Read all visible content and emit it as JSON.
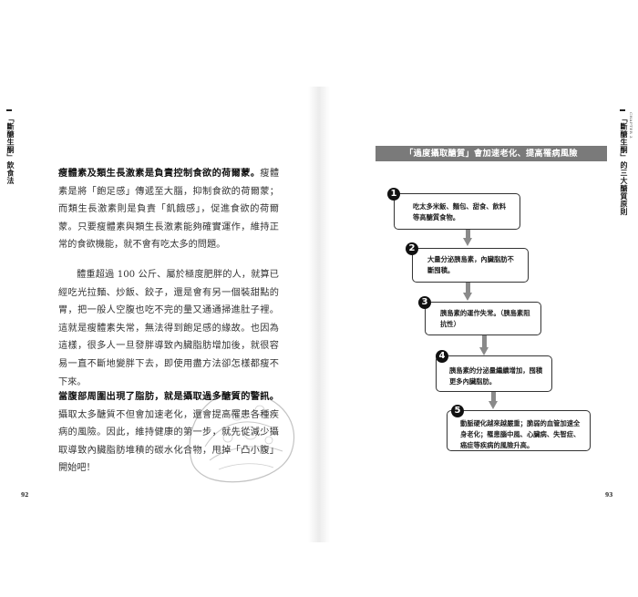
{
  "left_page": {
    "running_head": "「斷醣生酮」飲食法",
    "paragraphs": [
      {
        "bold": "瘦體素及類生長激素是負責控制食欲的荷爾蒙。",
        "text": "瘦體素是將「飽足感」傳遞至大腦，抑制食欲的荷爾蒙；而類生長激素則是負責「飢餓感」，促進食欲的荷爾蒙。只要瘦體素與類生長激素能夠確實運作，維持正常的食欲機能，就不會有吃太多的問題。"
      },
      {
        "bold": "",
        "text": "體重超過 100 公斤、屬於極度肥胖的人，就算已經吃光拉麵、炒飯、餃子，還是會有另一個裝甜點的胃，把一般人空腹也吃不完的量又通通掃進肚子裡。這就是瘦體素失常，無法得到飽足感的緣故。也因為這樣，很多人一旦發胖導致內臟脂肪增加後，就很容易一直不斷地變胖下去，即使用盡方法卻怎樣都瘦不下來。"
      },
      {
        "bold": "當腹部周圍出現了脂肪，就是攝取過多醣質的警訊。",
        "text": "攝取太多醣質不但會加速老化，還會提高罹患各種疾病的風險。因此，維持健康的第一步，就先從減少攝取導致內臟脂肪堆積的碳水化合物，甩掉「凸小腹」開始吧！"
      }
    ],
    "page_number": "92"
  },
  "right_page": {
    "running_head": "「斷醣生酮」的三大醣質原則",
    "chapter_label": "CHAPTER 3",
    "page_number": "93",
    "chart_title": "「過度攝取醣質」會加速老化、提高罹病風險",
    "steps": [
      {
        "num": "1",
        "text": "吃太多米飯、麵包、甜食、飲料等高醣質食物。"
      },
      {
        "num": "2",
        "text": "大量分泌胰島素，內臟脂肪不斷囤積。"
      },
      {
        "num": "3",
        "text": "胰島素的運作失常。（胰島素阻抗性）"
      },
      {
        "num": "4",
        "text": "胰島素的分泌量繼續增加，囤積更多內臟脂肪。"
      },
      {
        "num": "5",
        "text": "動脈硬化越來越嚴重；脆弱的血管加速全身老化；罹患腦中風、心臟病、失智症、癌症等疾病的風險升高。"
      }
    ]
  }
}
